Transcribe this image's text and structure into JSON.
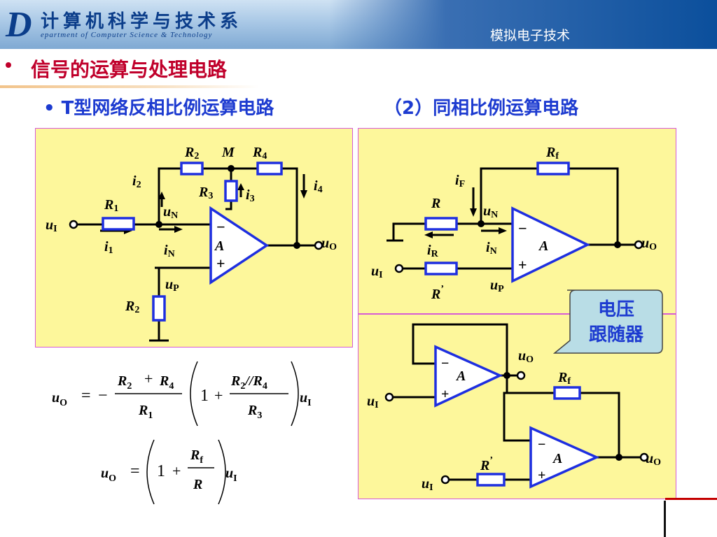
{
  "header": {
    "logo_letter": "D",
    "logo_cn": "计算机科学与技术系",
    "logo_en": "epartment of Computer Science & Technology",
    "course": "模拟电子技术"
  },
  "section": {
    "title": "信号的运算与处理电路"
  },
  "subheads": {
    "left": "• T型网络反相比例运算电路",
    "right": "（2）同相比例运算电路"
  },
  "callout": {
    "line1": "电压",
    "line2": "跟随器"
  },
  "colors": {
    "panel_bg": "#fdf79b",
    "panel_border": "#d65bd6",
    "heading": "#c0002b",
    "subhead": "#1d3bd0",
    "component": "#1e2fe0",
    "callout_bg": "#b9dde6"
  },
  "circuit1": {
    "R": "R",
    "i": "i",
    "u": "u",
    "M": "M",
    "A": "A",
    "minus": "−",
    "plus": "+",
    "s2": "2",
    "s4": "4",
    "s3": "3",
    "s1": "1",
    "sN": "N",
    "sI": "I",
    "sO": "O",
    "sP": "P"
  },
  "circuit2": {
    "R": "R",
    "i": "i",
    "u": "u",
    "A": "A",
    "minus": "−",
    "plus": "+",
    "prime": "’",
    "sf": "f",
    "sF": "F",
    "sN": "N",
    "sI": "I",
    "sO": "O",
    "sP": "P",
    "sR": "R"
  },
  "follower": {
    "u": "u",
    "R": "R",
    "A": "A",
    "minus": "−",
    "plus": "+",
    "prime": "’",
    "sO": "O",
    "sI": "I",
    "sf": "f"
  },
  "formula1": {
    "u": "u",
    "sO": "O",
    "eq": "=",
    "neg": "−",
    "R": "R",
    "s2": "2",
    "s4": "4",
    "s1": "1",
    "s3": "3",
    "plus": "+",
    "one": "1",
    "par": "//",
    "sI": "I"
  },
  "formula2": {
    "u": "u",
    "sO": "O",
    "eq": "=",
    "one": "1",
    "plus": "+",
    "R": "R",
    "sf": "f",
    "sI": "I"
  }
}
